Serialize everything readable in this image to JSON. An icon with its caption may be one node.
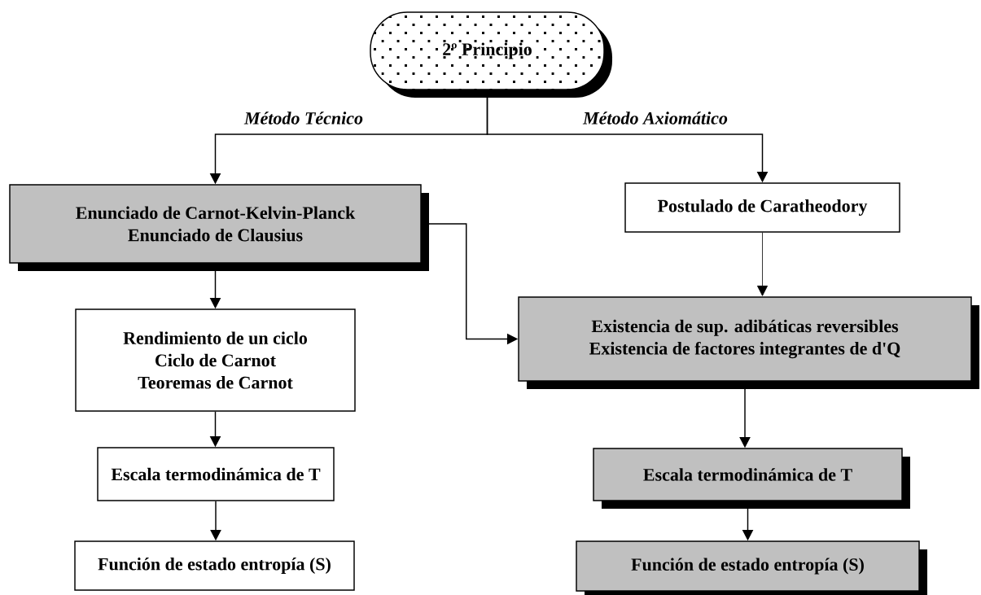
{
  "diagram": {
    "nodes": [
      {
        "text": [
          "2º Principio"
        ]
      },
      {
        "text": [
          "Enunciado de Carnot-Kelvin-Planck",
          "Enunciado de Clausius"
        ]
      },
      {
        "text": [
          "Postulado de Caratheodory"
        ]
      },
      {
        "text": [
          "Rendimiento de un ciclo",
          "Ciclo de Carnot",
          "Teoremas de Carnot"
        ]
      },
      {
        "text": [
          "Existencia de sup. adibáticas reversibles",
          "Existencia de factores integrantes de d'Q"
        ]
      },
      {
        "text": [
          "Escala termodinámica de T"
        ]
      },
      {
        "text": [
          "Escala termodinámica de T"
        ]
      },
      {
        "text": [
          "Función de estado entropía (S)"
        ]
      },
      {
        "text": [
          "Función de estado entropía (S)"
        ]
      }
    ],
    "edges": [
      {
        "from": 0,
        "to": 1,
        "arrow": "to",
        "label": "Método Técnico"
      },
      {
        "from": 0,
        "to": 2,
        "arrow": "to",
        "label": "Método Axiomático"
      },
      {
        "from": 1,
        "to": 3,
        "arrow": "to"
      },
      {
        "from": 1,
        "to": 4,
        "arrow": "to"
      },
      {
        "from": 2,
        "to": 4,
        "arrow": "to"
      },
      {
        "from": 3,
        "to": 5,
        "arrow": "to"
      },
      {
        "from": 5,
        "to": 7,
        "arrow": "to"
      },
      {
        "from": 4,
        "to": 6,
        "arrow": "to"
      },
      {
        "from": 6,
        "to": 8,
        "arrow": "to"
      }
    ]
  }
}
